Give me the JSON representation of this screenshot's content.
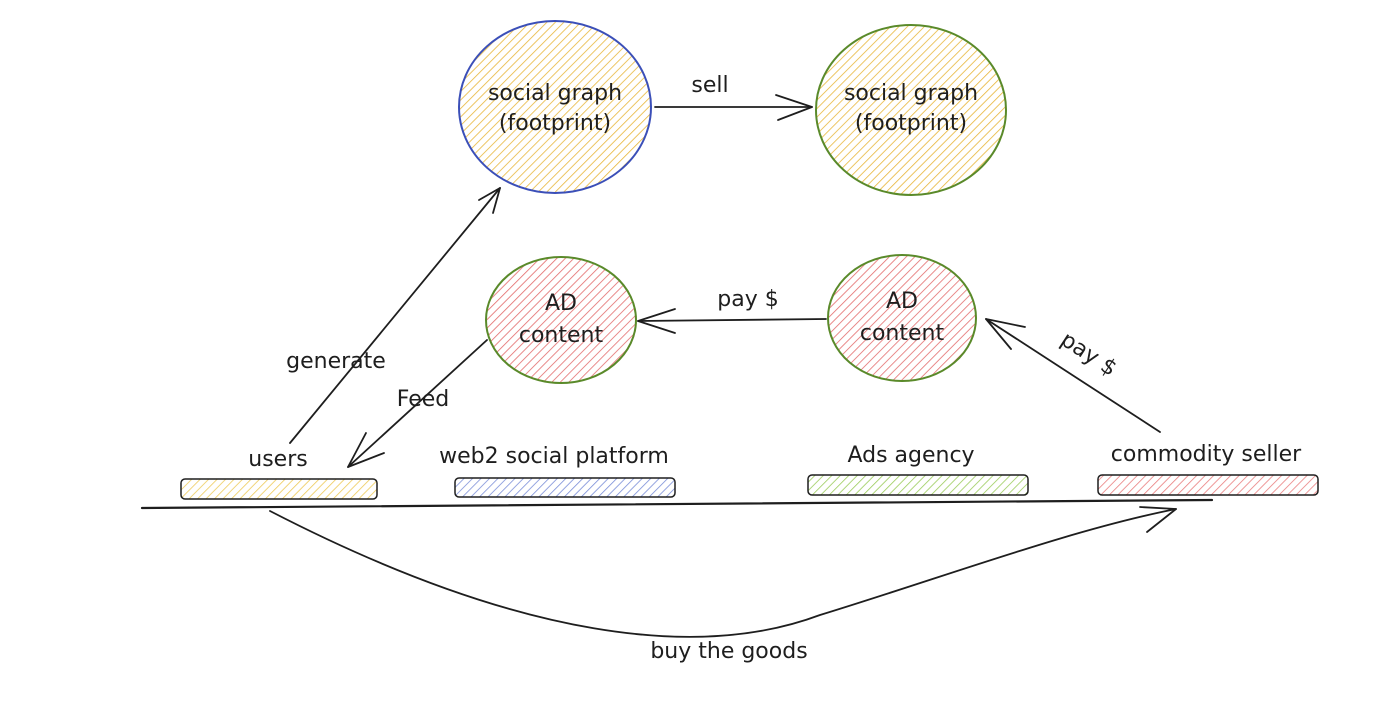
{
  "diagram": {
    "nodes": {
      "social_graph_platform": {
        "line1": "social graph",
        "line2": "(footprint)",
        "fill": "#f5c542",
        "stroke": "#3b4fb8"
      },
      "social_graph_agency": {
        "line1": "social graph",
        "line2": "(footprint)",
        "fill": "#f5c542",
        "stroke": "#5a8a2a"
      },
      "ad_content_platform": {
        "line1": "AD",
        "line2": "content",
        "fill": "#e87a7a",
        "stroke": "#5a8a2a"
      },
      "ad_content_agency": {
        "line1": "AD",
        "line2": "content",
        "fill": "#e87a7a",
        "stroke": "#5a8a2a"
      }
    },
    "actors": [
      {
        "id": "users",
        "label": "users",
        "fill": "#f5d46b"
      },
      {
        "id": "platform",
        "label": "web2 social platform",
        "fill": "#8fa0e0"
      },
      {
        "id": "agency",
        "label": "Ads agency",
        "fill": "#a8d672"
      },
      {
        "id": "seller",
        "label": "commodity seller",
        "fill": "#ef8f8f"
      }
    ],
    "edges": {
      "sell": "sell",
      "generate": "generate",
      "feed": "Feed",
      "pay_agency_to_platform": "pay $",
      "pay_seller_to_agency": "pay $",
      "buy": "buy the goods"
    }
  }
}
